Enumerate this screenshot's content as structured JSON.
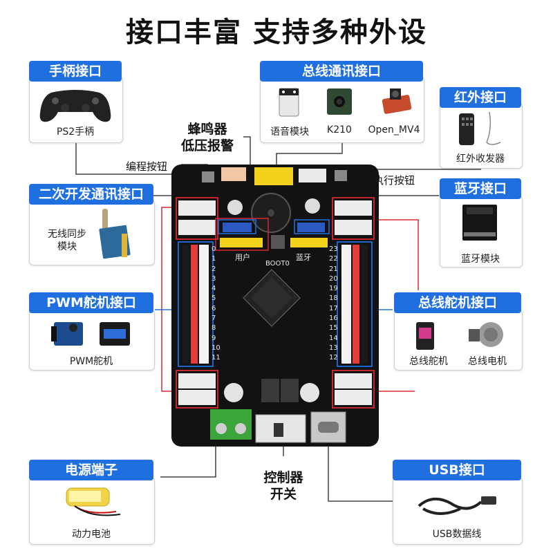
{
  "title": "接口丰富 支持多种外设",
  "cards": {
    "ps2": {
      "header": "手柄接口",
      "caption": "PS2手柄"
    },
    "bus_comm": {
      "header": "总线通讯接口",
      "items": [
        "语音模块",
        "K210",
        "Open_MV4"
      ]
    },
    "ir": {
      "header": "红外接口",
      "caption": "红外收发器"
    },
    "secondary": {
      "header": "二次开发通讯接口",
      "caption_line1": "无线同步",
      "caption_line2": "模块"
    },
    "bluetooth": {
      "header": "蓝牙接口",
      "caption": "蓝牙模块"
    },
    "pwm": {
      "header": "PWM舵机接口",
      "caption": "PWM舵机"
    },
    "bus_servo": {
      "header": "总线舵机接口",
      "items": [
        "总线舵机",
        "总线电机"
      ]
    },
    "power": {
      "header": "电源端子",
      "caption": "动力电池"
    },
    "usb": {
      "header": "USB接口",
      "caption": "USB数据线"
    }
  },
  "labels": {
    "buzzer_line1": "蜂鸣器",
    "buzzer_line2": "低压报警",
    "program_button": "编程按钮",
    "exec_button": "执行按钮",
    "switch_line1": "控制器",
    "switch_line2": "开关"
  },
  "board_silk": {
    "user": "用户",
    "bluetooth": "蓝牙",
    "boot": "BOOT0",
    "pins_left": [
      "0",
      "1",
      "2",
      "3",
      "4",
      "5",
      "6",
      "7",
      "8",
      "9",
      "10",
      "11"
    ],
    "pins_right": [
      "23",
      "22",
      "21",
      "20",
      "19",
      "18",
      "17",
      "16",
      "15",
      "14",
      "13",
      "12"
    ]
  },
  "colors": {
    "accent": "#1f6fe0",
    "board": "#121212",
    "callout_red": "#d7282f",
    "callout_blue": "#1f6fe0"
  }
}
